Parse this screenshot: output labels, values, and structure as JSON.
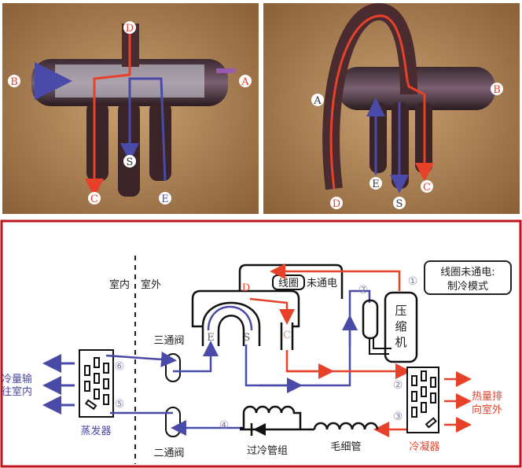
{
  "photos": {
    "left": {
      "labels": {
        "D": "D",
        "A": "A",
        "B": "B",
        "S": "S",
        "C": "C",
        "E": "E"
      }
    },
    "right": {
      "labels": {
        "A": "A",
        "B": "B",
        "D": "D",
        "E": "E",
        "S": "S",
        "C": "C"
      }
    }
  },
  "diagram": {
    "indoor": "室内",
    "outdoor": "室外",
    "mode_box": {
      "line1": "线圈未通电:",
      "line2": "制冷模式"
    },
    "coil_label": "线圈",
    "coil_status": "未通电",
    "three_way_valve": "三通阀",
    "two_way_valve": "二通阀",
    "evaporator": "蒸发器",
    "condenser": "冷凝器",
    "subcooler": "过冷管组",
    "capillary": "毛细管",
    "compressor": [
      "压",
      "缩",
      "机"
    ],
    "cold_out": [
      "冷量输",
      "往室内"
    ],
    "heat_out": [
      "热量排",
      "向室外"
    ],
    "ports": {
      "D": "D",
      "E": "E",
      "S": "S",
      "C": "C"
    },
    "points": {
      "p1": "①",
      "p2": "②",
      "p3": "③",
      "p4": "④",
      "p5": "⑤",
      "p6": "⑥",
      "p7": "⑦"
    }
  },
  "colors": {
    "hot": "#e8412a",
    "cold": "#4a4aa8",
    "frame": "#c0141c"
  }
}
